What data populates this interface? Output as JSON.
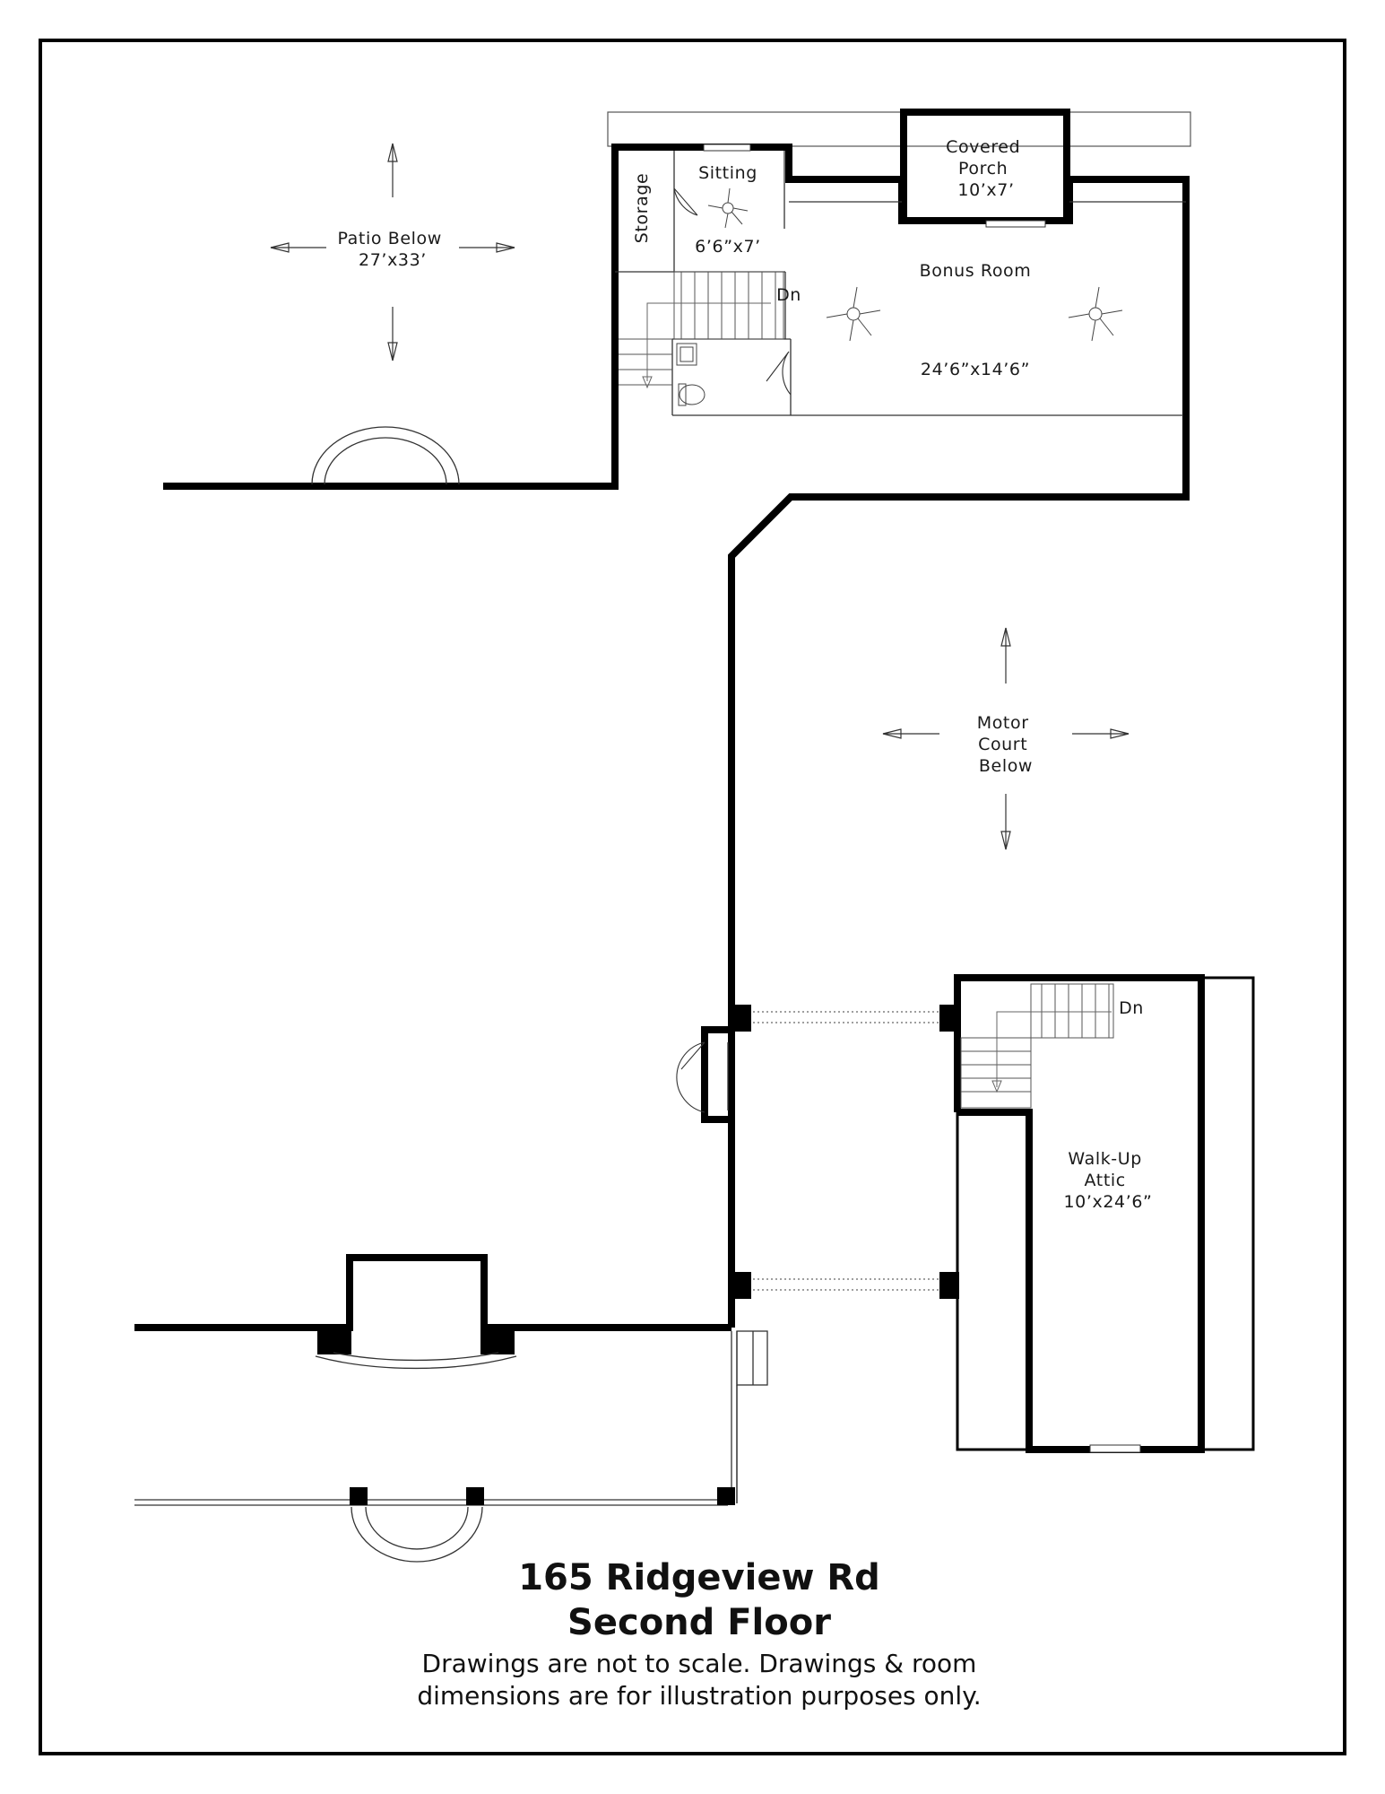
{
  "labels": {
    "covered_porch": [
      "Covered",
      "Porch",
      "10’x7’"
    ],
    "sitting": "Sitting",
    "sitting_dim": "6’6”x7’",
    "storage": "Storage",
    "bonus_room": "Bonus Room",
    "bonus_dim": "24’6”x14’6”",
    "dn_upper": "Dn",
    "dn_attic": "Dn",
    "patio": [
      "Patio Below",
      "27’x33’"
    ],
    "motor_court": [
      "Motor",
      "Court",
      "Below"
    ],
    "attic": [
      "Walk-Up",
      "Attic",
      "10’x24’6”"
    ]
  },
  "footer": {
    "address": "165 Ridgeview Rd",
    "floor": "Second Floor",
    "disclaimer": [
      "Drawings are not to scale. Drawings & room",
      "dimensions are for illustration purposes only."
    ]
  }
}
